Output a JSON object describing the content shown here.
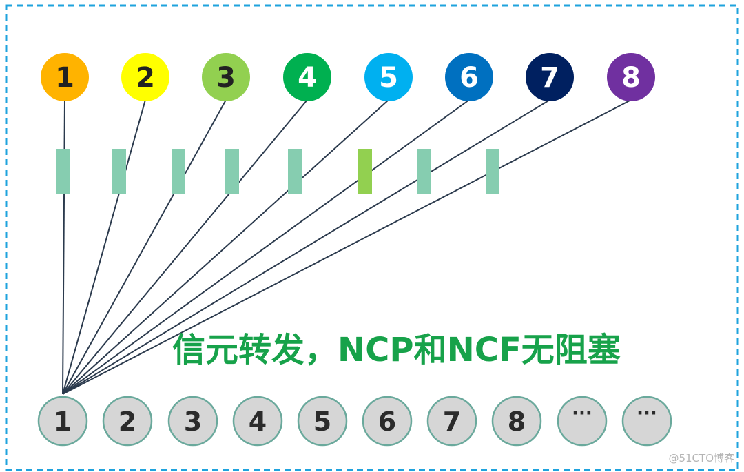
{
  "top_nodes": [
    {
      "label": "1",
      "fill": "#ffb300",
      "text_color": "#222222"
    },
    {
      "label": "2",
      "fill": "#ffff00",
      "text_color": "#222222"
    },
    {
      "label": "3",
      "fill": "#92d050",
      "text_color": "#222222"
    },
    {
      "label": "4",
      "fill": "#00b050",
      "text_color": "#ffffff"
    },
    {
      "label": "5",
      "fill": "#00b0f0",
      "text_color": "#ffffff"
    },
    {
      "label": "6",
      "fill": "#0070c0",
      "text_color": "#ffffff"
    },
    {
      "label": "7",
      "fill": "#002060",
      "text_color": "#ffffff"
    },
    {
      "label": "8",
      "fill": "#7030a0",
      "text_color": "#ffffff"
    }
  ],
  "cell_markers": [
    {
      "fill": "#86cdb0"
    },
    {
      "fill": "#86cdb0"
    },
    {
      "fill": "#86cdb0"
    },
    {
      "fill": "#86cdb0"
    },
    {
      "fill": "#86cdb0"
    },
    {
      "fill": "#92d050"
    },
    {
      "fill": "#86cdb0"
    },
    {
      "fill": "#86cdb0"
    }
  ],
  "bottom_nodes": [
    "1",
    "2",
    "3",
    "4",
    "5",
    "6",
    "7",
    "8",
    "···",
    "···"
  ],
  "caption": "信元转发，NCP和NCF无阻塞",
  "watermark": "@51CTO博客",
  "colors": {
    "frame": "#1fa3dd",
    "lines": "#2b3a4d",
    "caption": "#17a24a"
  }
}
